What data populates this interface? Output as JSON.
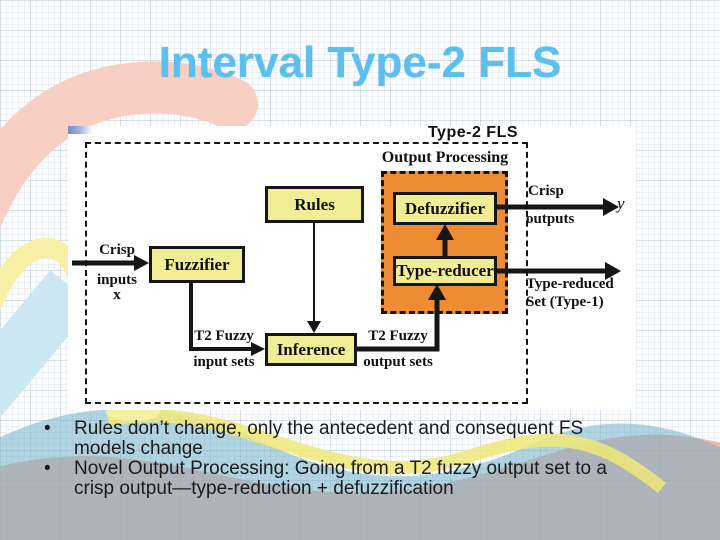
{
  "slide": {
    "title": "Interval Type-2 FLS"
  },
  "diagram": {
    "system_label": "Type-2 FLS",
    "output_processing_label": "Output Processing",
    "blocks": {
      "rules": "Rules",
      "fuzzifier": "Fuzzifier",
      "inference": "Inference",
      "defuzzifier": "Defuzzifier",
      "type_reducer": "Type-reducer"
    },
    "labels": {
      "crisp_inputs_1": "Crisp",
      "crisp_inputs_2": "inputs",
      "crisp_inputs_3": "x",
      "t2_fuzzy_input_1": "T2 Fuzzy",
      "t2_fuzzy_input_2": "input sets",
      "t2_fuzzy_output_1": "T2 Fuzzy",
      "t2_fuzzy_output_2": "output sets",
      "crisp_outputs_1": "Crisp",
      "crisp_outputs_2": "outputs",
      "output_variable": "y",
      "type_reduced": "Type-reduced Set (Type-1)"
    },
    "colors": {
      "block_fill": "#f1ed95",
      "output_processing_fill": "#ee8c33",
      "line_color": "#161616"
    }
  },
  "bullets": [
    "Rules don’t change, only the antecedent and consequent FS models change",
    "Novel Output Processing: Going from a T2 fuzzy output set to a crisp output—type-reduction + defuzzification"
  ],
  "colors": {
    "title_blue": "#5bc0ef",
    "wave_teal": "#74b0c6",
    "wave_salmon": "#f0907c",
    "wave_yellow": "#efe878"
  }
}
